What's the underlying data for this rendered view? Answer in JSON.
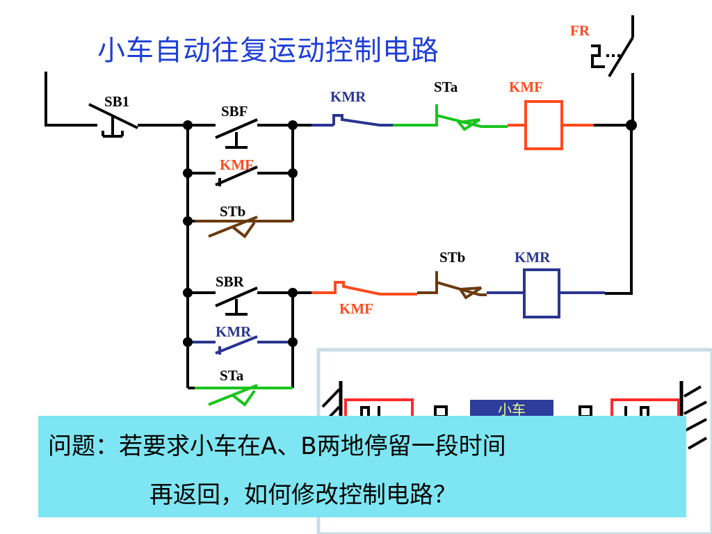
{
  "slide": {
    "title": "小车自动往复运动控制电路",
    "question_line1": "问题：若要求小车在A、B两地停留一段时间",
    "question_line2": "再返回，如何修改控制电路？"
  },
  "labels": {
    "sb1": "SB1",
    "sbf": "SBF",
    "sbr": "SBR",
    "kmf_interlock": "KMR",
    "sta_top": "STa",
    "kmf_coil": "KMF",
    "fr": "FR",
    "kmf_holding": "KMF",
    "stb_upper": "STb",
    "stb_lower": "STb",
    "kmr_coil": "KMR",
    "kmr_interlock": "KMF",
    "kmr_holding": "KMR",
    "sta_lower": "STa",
    "cart_label": "小车"
  },
  "colors": {
    "title": "#1f3fd6",
    "kmf": "#ff4a1c",
    "kmr": "#2a3590",
    "sta": "#19c41c",
    "stb": "#6b3a10",
    "black": "#000000",
    "question_bg": "#7ee6f2"
  }
}
